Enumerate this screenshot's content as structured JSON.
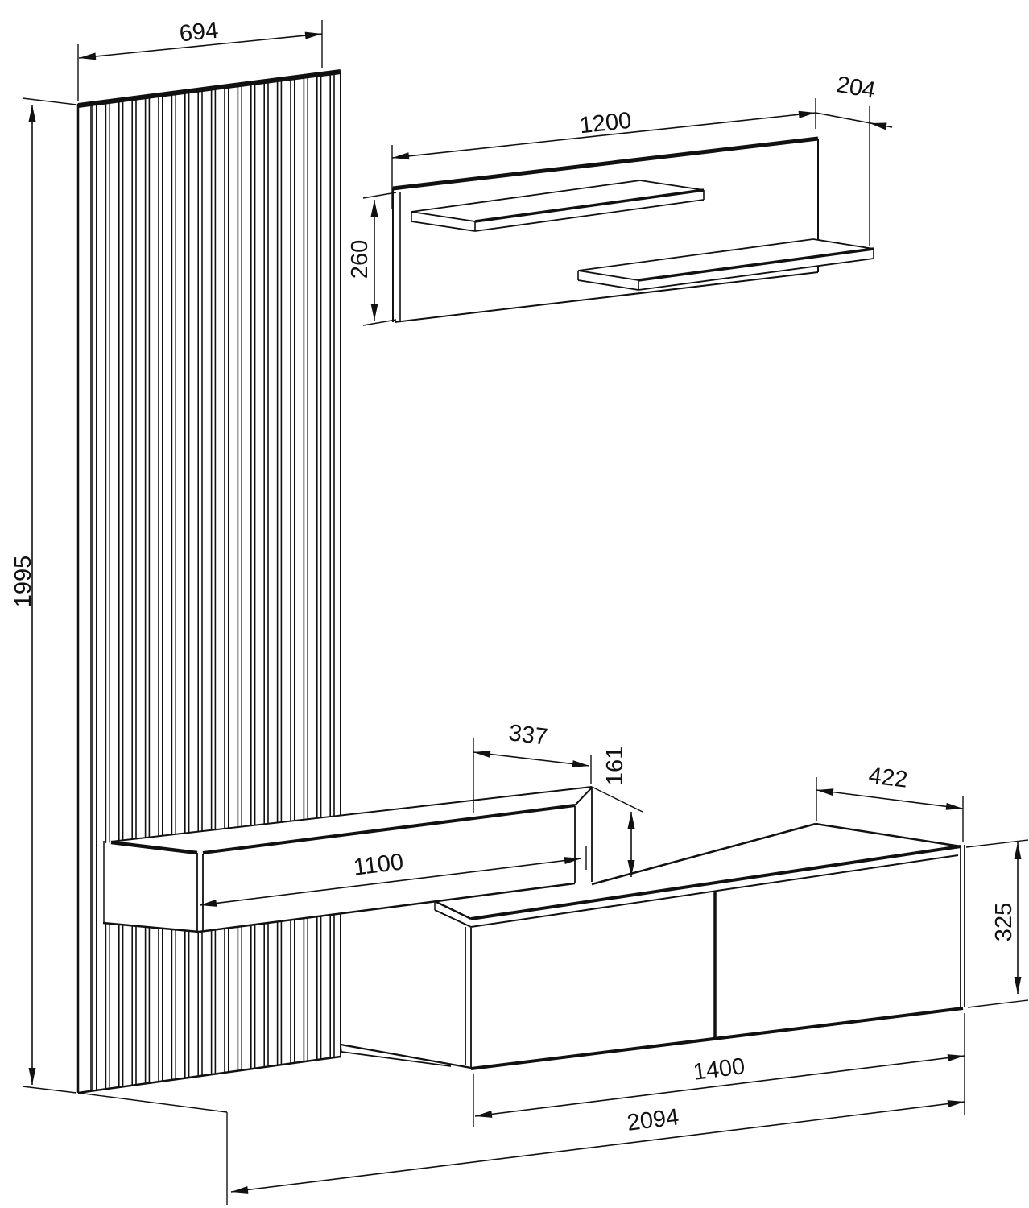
{
  "diagram": {
    "type": "furniture technical drawing",
    "view": "isometric line drawing of wall unit (slatted panel, wall shelf, floating desk, tv cabinet)",
    "units_implied": "mm",
    "background": "#ffffff",
    "line_color": "#111111",
    "parts": [
      {
        "name": "slatted wall panel",
        "width": "694",
        "height": "1995"
      },
      {
        "name": "wall shelf with two ledges",
        "width": "1200",
        "depth": "204",
        "height": "260"
      },
      {
        "name": "floating desk console",
        "width": "1100",
        "depth": "337",
        "offset_above_tv_unit": "161"
      },
      {
        "name": "tv cabinet with two doors",
        "width": "1400",
        "depth": "422",
        "height": "325"
      },
      {
        "name": "overall",
        "total_width": "2094"
      }
    ],
    "labels": {
      "panel_width": "694",
      "panel_height": "1995",
      "shelf_width": "1200",
      "shelf_depth": "204",
      "shelf_height": "260",
      "desk_depth": "337",
      "desk_offset": "161",
      "desk_width": "1100",
      "tv_depth": "422",
      "tv_height": "325",
      "tv_width": "1400",
      "total_width": "2094"
    }
  }
}
